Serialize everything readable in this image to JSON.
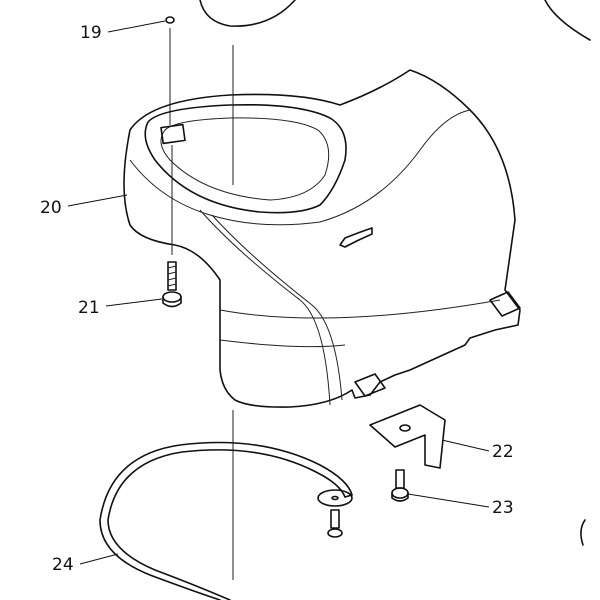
{
  "diagram": {
    "callouts": [
      {
        "id": "19",
        "label": "19"
      },
      {
        "id": "20",
        "label": "20"
      },
      {
        "id": "21",
        "label": "21"
      },
      {
        "id": "22",
        "label": "22"
      },
      {
        "id": "23",
        "label": "23"
      },
      {
        "id": "24",
        "label": "24"
      }
    ],
    "colors": {
      "line": "#111111",
      "background": "#ffffff"
    }
  }
}
